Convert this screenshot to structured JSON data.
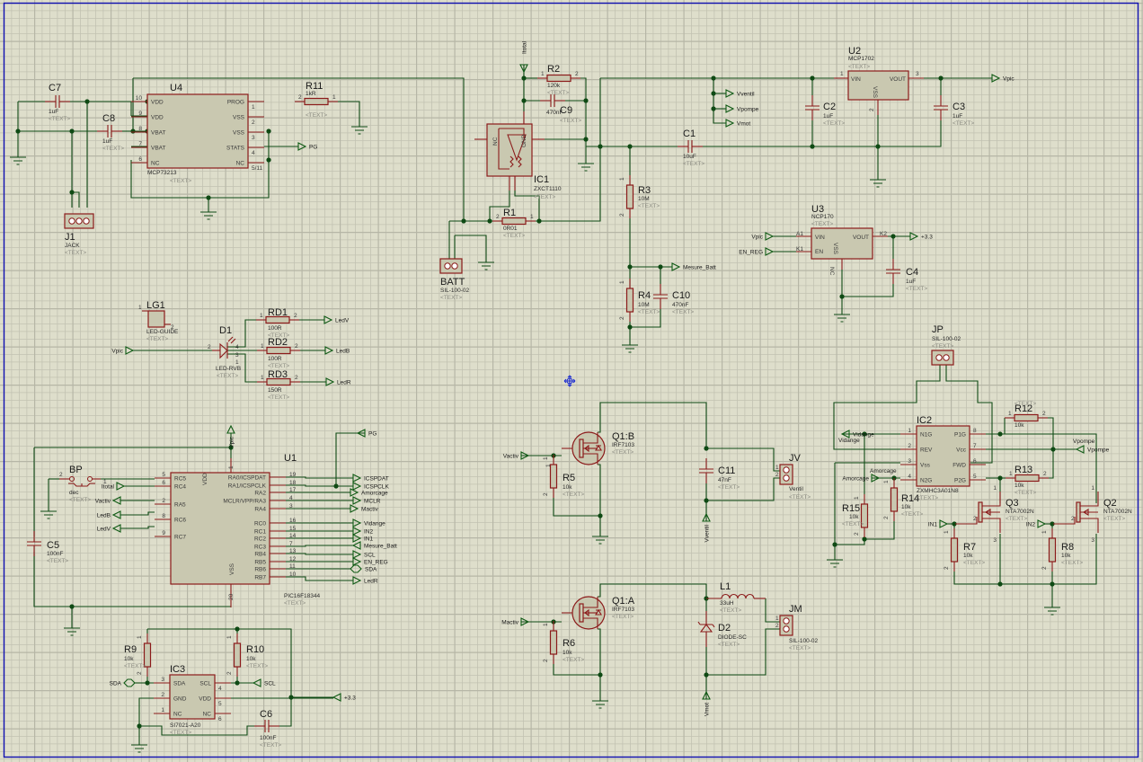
{
  "window": {
    "title": "Proteus ISIS schematic"
  },
  "colors": {
    "background": "#dedecb",
    "grid_minor": "#c4c4b4",
    "grid_major": "#b8b8a8",
    "frame": "#1010b0",
    "wire": "#0f4a14",
    "component": "#8b1a1a",
    "body_fill": "#c9c8b0",
    "placeholder": "#8a8a80",
    "cursor": "#1a2ad0"
  },
  "placeholder_text": "<TEXT>",
  "components": [
    {
      "ref": "U4",
      "value": "MCP73213",
      "pins_left": [
        [
          "10",
          "VDD"
        ],
        [
          "9",
          "VDD"
        ],
        [
          "8",
          "VBAT"
        ],
        [
          "7",
          "VBAT"
        ],
        [
          "6",
          "NC"
        ]
      ],
      "pins_right": [
        [
          "1",
          "PROG"
        ],
        [
          "2",
          "VSS"
        ],
        [
          "3",
          "VSS"
        ],
        [
          "4",
          "STATS"
        ],
        [
          "5/11",
          "NC"
        ]
      ]
    },
    {
      "ref": "C7",
      "value": "1uF"
    },
    {
      "ref": "C8",
      "value": "1uF"
    },
    {
      "ref": "R11",
      "value": "1kR"
    },
    {
      "ref": "J1",
      "value": "JACK"
    },
    {
      "ref": "R2",
      "value": "120k"
    },
    {
      "ref": "C9",
      "value": "470nF"
    },
    {
      "ref": "IC1",
      "value": "ZXCT1110",
      "pins": [
        "NC",
        "GND"
      ]
    },
    {
      "ref": "R1",
      "value": "0R01"
    },
    {
      "ref": "BATT",
      "value": "SIL-100-02"
    },
    {
      "ref": "R3",
      "value": "10M"
    },
    {
      "ref": "R4",
      "value": "10M"
    },
    {
      "ref": "C10",
      "value": "470nF"
    },
    {
      "ref": "C1",
      "value": "10uF"
    },
    {
      "ref": "U2",
      "value": "MCP1702",
      "pins": [
        "VIN",
        "VOUT",
        "VSS"
      ]
    },
    {
      "ref": "C2",
      "value": "1uF"
    },
    {
      "ref": "C3",
      "value": "1uF"
    },
    {
      "ref": "U3",
      "value": "NCP170",
      "pins": [
        "VIN",
        "EN",
        "VOUT",
        "VSS",
        "NC"
      ]
    },
    {
      "ref": "C4",
      "value": "1uF"
    },
    {
      "ref": "LG1",
      "value": "LED-GUIDE"
    },
    {
      "ref": "D1",
      "value": "LED-RVB"
    },
    {
      "ref": "RD1",
      "value": "100R"
    },
    {
      "ref": "RD2",
      "value": "100R"
    },
    {
      "ref": "RD3",
      "value": "150R"
    },
    {
      "ref": "U1",
      "value": "PIC16F18344",
      "pins_left": [
        [
          "5",
          "RC5"
        ],
        [
          "6",
          "RC4"
        ],
        [
          "2",
          "RA5"
        ],
        [
          "8",
          "RC6"
        ],
        [
          "9",
          "RC7"
        ]
      ],
      "pins_right": [
        [
          "19",
          "RA0/ICSPDAT"
        ],
        [
          "18",
          "RA1/ICSPCLK"
        ],
        [
          "17",
          "RA2"
        ],
        [
          "4",
          "MCLR/VPP/RA3"
        ],
        [
          "3",
          "RA4"
        ],
        [
          "16",
          "RC0"
        ],
        [
          "15",
          "RC1"
        ],
        [
          "14",
          "RC2"
        ],
        [
          "7",
          "RC3"
        ],
        [
          "13",
          "RB4"
        ],
        [
          "12",
          "RB5"
        ],
        [
          "11",
          "RB6"
        ],
        [
          "10",
          "RB7"
        ]
      ],
      "power": [
        "VDD",
        "VSS"
      ]
    },
    {
      "ref": "BP",
      "value": "dec"
    },
    {
      "ref": "C5",
      "value": "100nF"
    },
    {
      "ref": "R9",
      "value": "10k"
    },
    {
      "ref": "R10",
      "value": "10k"
    },
    {
      "ref": "IC3",
      "value": "SI7021-A20",
      "pins_left": [
        [
          "3",
          "SDA"
        ],
        [
          "2",
          "GND"
        ],
        [
          "1",
          "NC"
        ]
      ],
      "pins_right": [
        [
          "4",
          "SCL"
        ],
        [
          "5",
          "VDD"
        ],
        [
          "6",
          "NC"
        ]
      ]
    },
    {
      "ref": "C6",
      "value": "100nF"
    },
    {
      "ref": "Q1:B",
      "value": "IRF7103"
    },
    {
      "ref": "R5",
      "value": "10k"
    },
    {
      "ref": "C11",
      "value": "47nF"
    },
    {
      "ref": "JV",
      "value": "Ventil"
    },
    {
      "ref": "Q1:A",
      "value": "IRF7103"
    },
    {
      "ref": "R6",
      "value": "10k"
    },
    {
      "ref": "L1",
      "value": "33uH"
    },
    {
      "ref": "D2",
      "value": "DIODE-SC"
    },
    {
      "ref": "JM",
      "value": "SIL-100-02"
    },
    {
      "ref": "JP",
      "value": "SIL-100-02"
    },
    {
      "ref": "IC2",
      "value": "ZXMHC3A01N8",
      "pins_left": [
        [
          "1",
          "N1G"
        ],
        [
          "2",
          "REV"
        ],
        [
          "3",
          "Vss"
        ],
        [
          "4",
          "N2G"
        ]
      ],
      "pins_right": [
        [
          "8",
          "P1G"
        ],
        [
          "7",
          "Vcc"
        ],
        [
          "6",
          "FWD"
        ],
        [
          "5",
          "P2G"
        ]
      ]
    },
    {
      "ref": "R12",
      "value": "10k"
    },
    {
      "ref": "R13",
      "value": "10k"
    },
    {
      "ref": "R14",
      "value": "10k"
    },
    {
      "ref": "R15",
      "value": "10k"
    },
    {
      "ref": "Q3",
      "value": "NTA7002N"
    },
    {
      "ref": "Q2",
      "value": "NTA7002N"
    },
    {
      "ref": "R7",
      "value": "10k"
    },
    {
      "ref": "R8",
      "value": "10k"
    }
  ],
  "net_labels": {
    "pg": "PG",
    "itotal": "Itotal",
    "vventil": "Vventil",
    "vpompe": "Vpompe",
    "vmot": "Vmot",
    "vpic": "Vpic",
    "mesure_batt": "Mesure_Batt",
    "en_reg": "EN_REG",
    "p33": "+3.3",
    "ledv": "LedV",
    "ledb": "LedB",
    "ledr": "LedR",
    "vactiv": "Vactiv",
    "mactiv": "Mactiv",
    "icspdat": "ICSPDAT",
    "icspclk": "ICSPCLK",
    "amorcage": "Amorcage",
    "mclr": "MCLR",
    "vidange": "Vidange",
    "in2": "IN2",
    "in1": "IN1",
    "scl": "SCL",
    "sda": "SDA",
    "ventil": "Ventil"
  }
}
